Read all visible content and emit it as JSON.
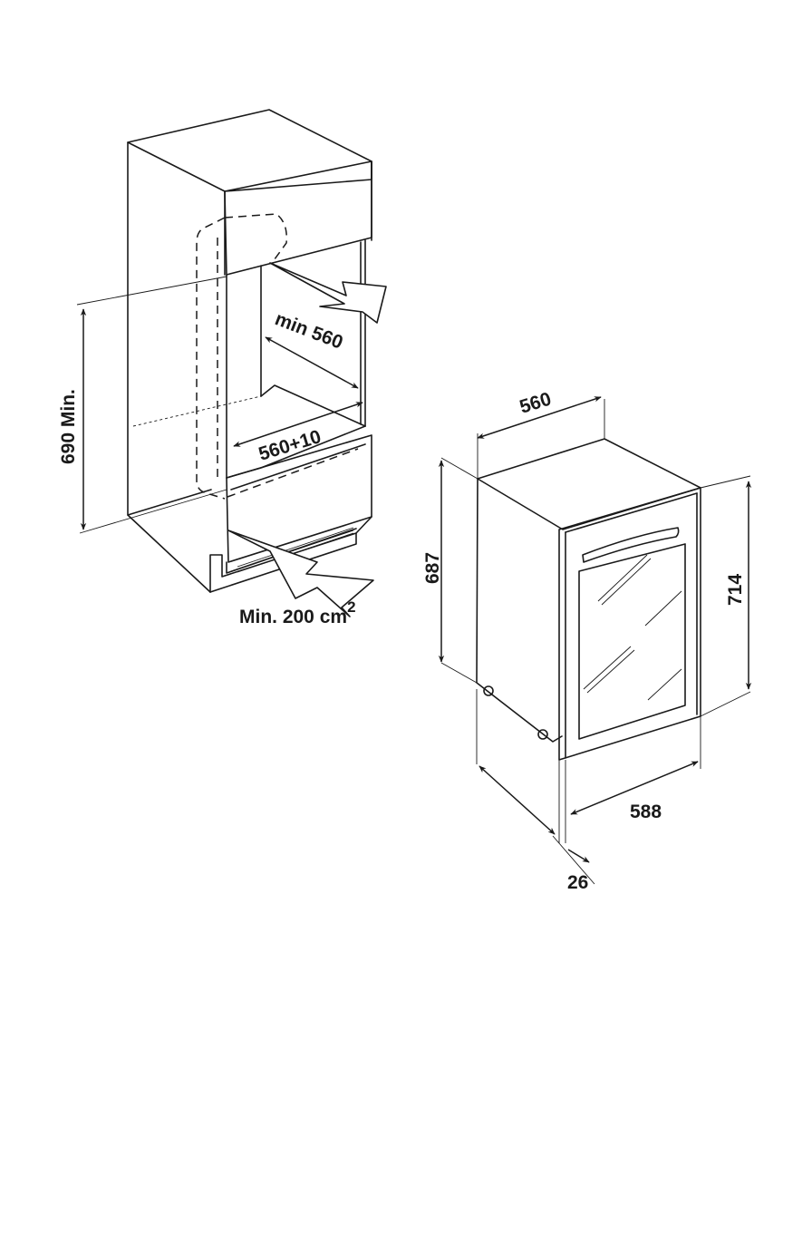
{
  "installation": {
    "height_label": "690 Min.",
    "depth_label": "min 560",
    "width_label": "560+10",
    "vent_label": "Min. 200 cm",
    "vent_sup": "2"
  },
  "appliance": {
    "width_label": "560",
    "body_height_label": "687",
    "total_height_label": "714",
    "depth_label": "588",
    "door_thickness_label": "26"
  }
}
